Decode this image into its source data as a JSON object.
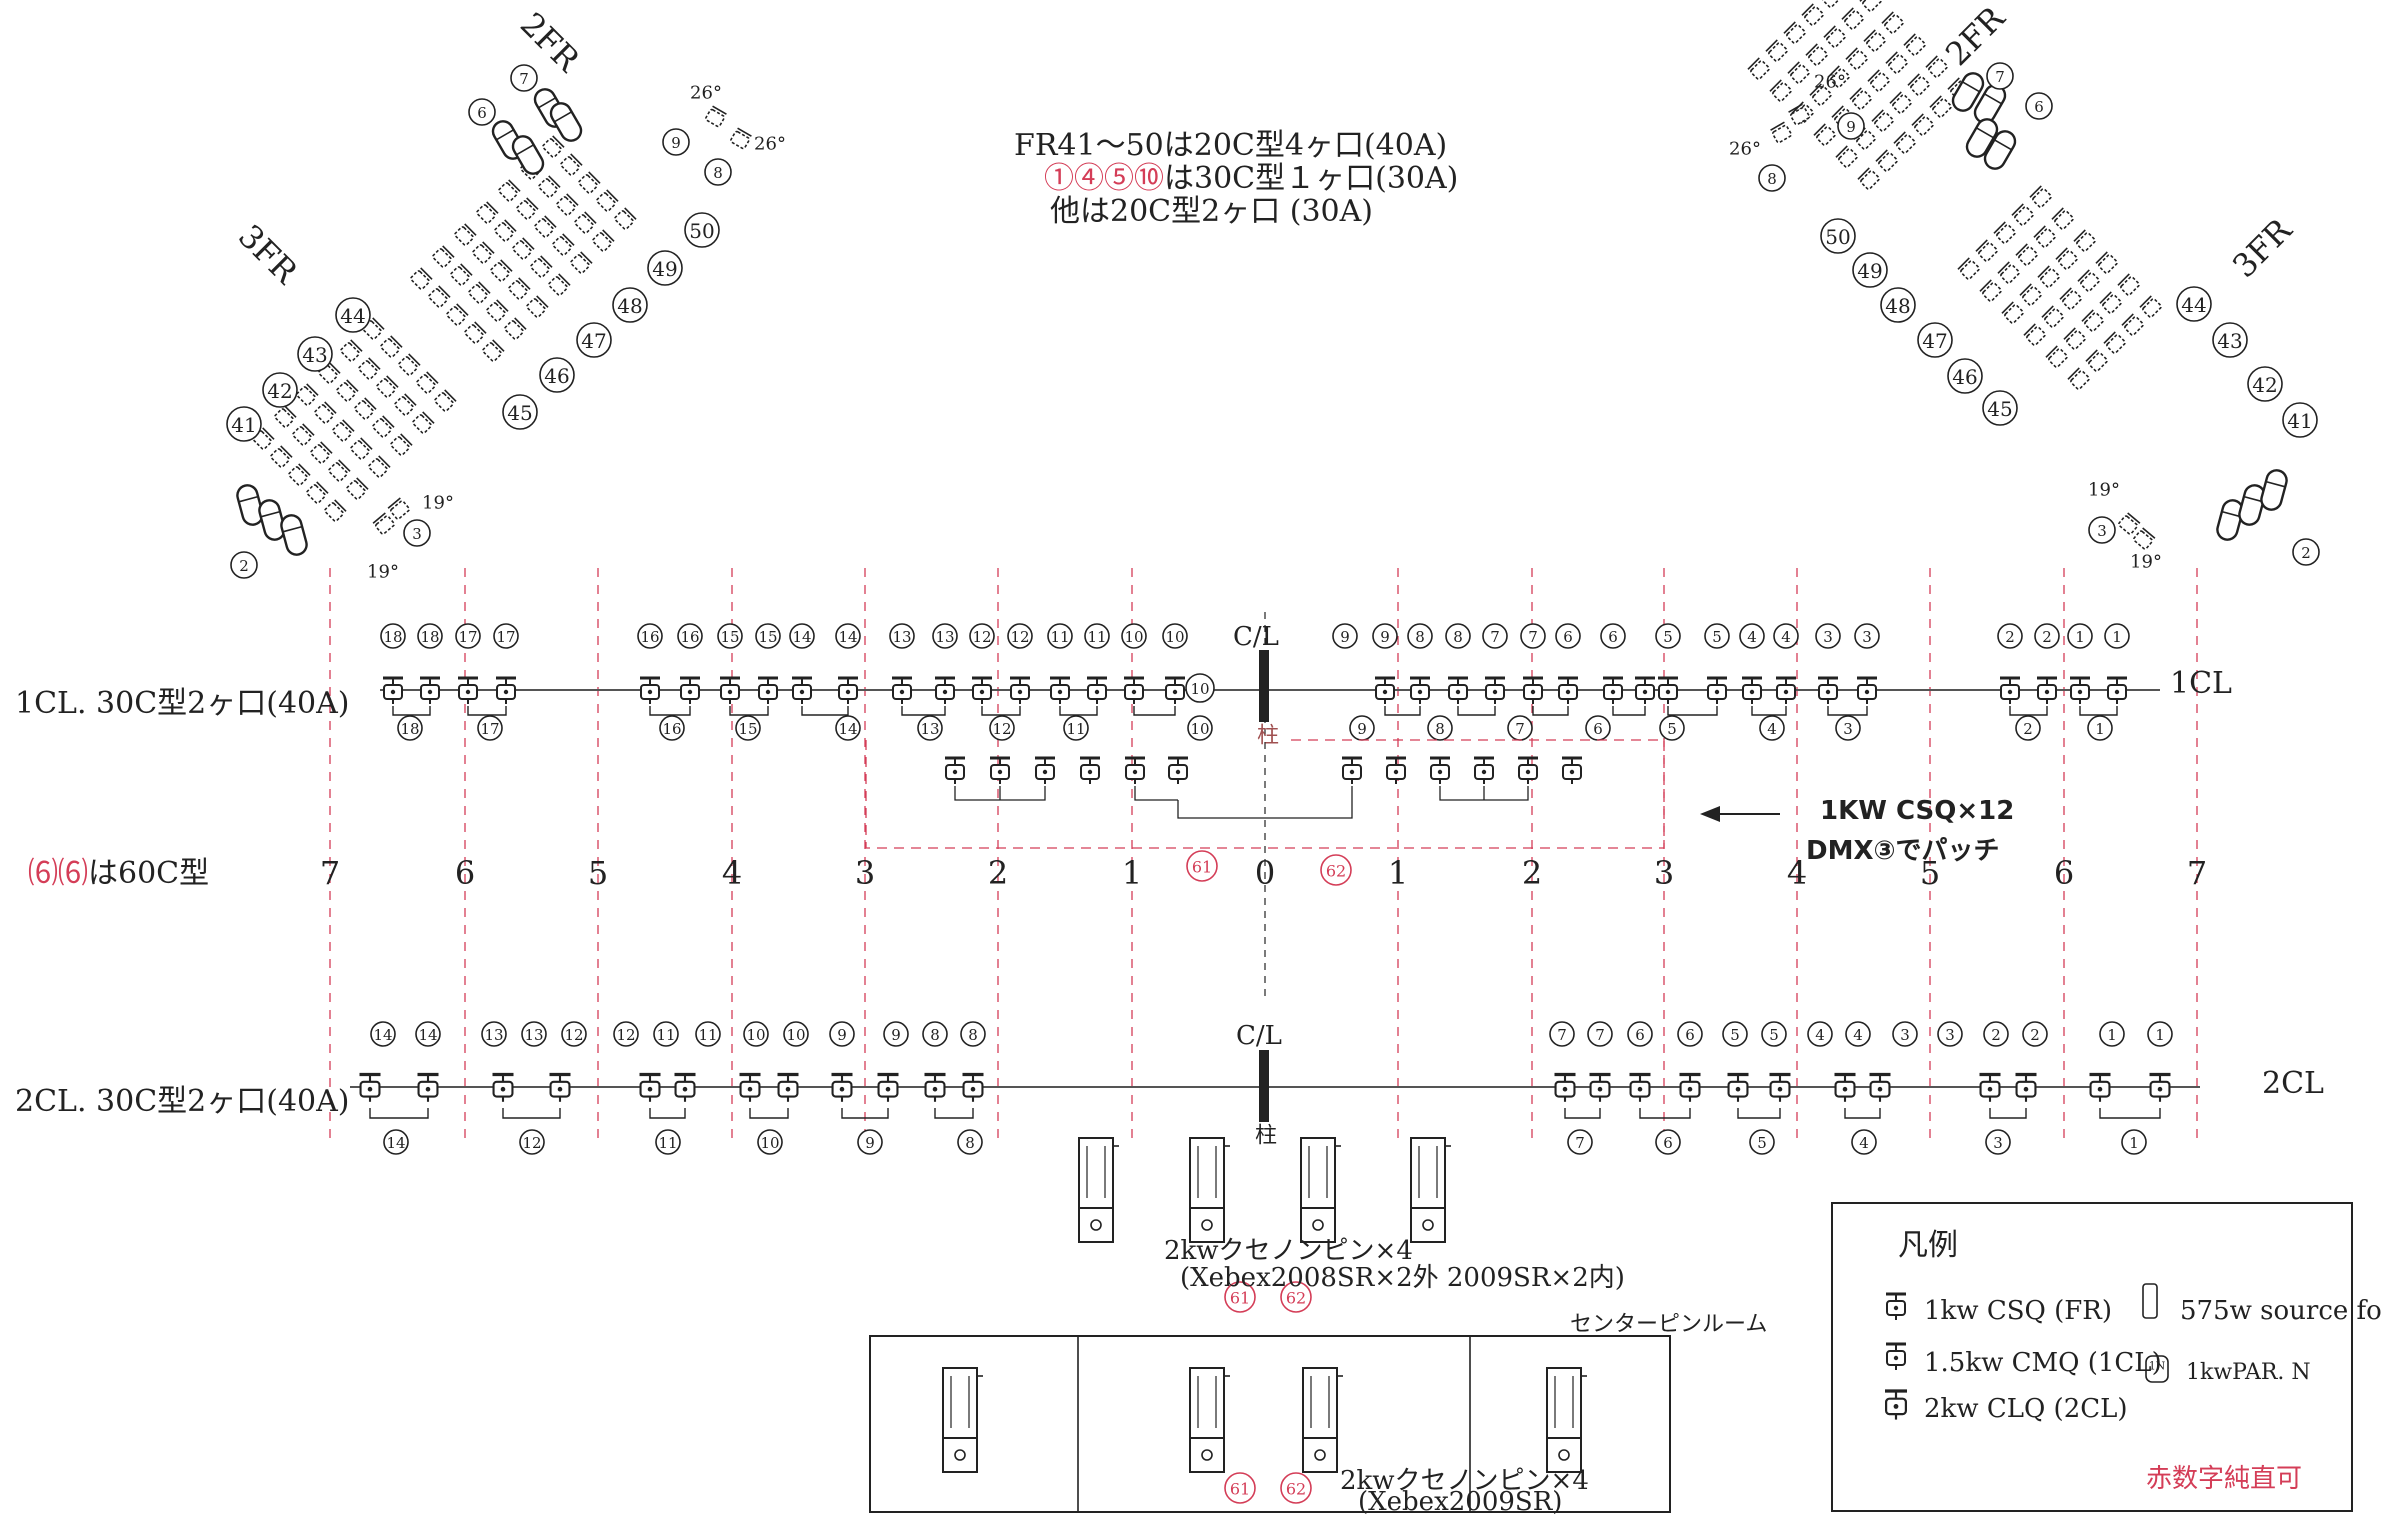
{
  "notes": {
    "fr_line1": "FR41～50は20C型4ヶ口(40A)",
    "fr_line2_red_circles": [
      "①",
      "④",
      "⑤",
      "⑩"
    ],
    "fr_line2": "は30C型１ヶ口(30A)",
    "fr_line3": "他は20C型2ヶ口 (30A)",
    "c6162_red": "⑹⑹",
    "c6162_text": "は60C型",
    "cl1_label": "1CL. 30C型2ヶ口(40A)",
    "cl2_label": "2CL. 30C型2ヶ口(40A)",
    "csq_note1": "1KW  CSQ×12",
    "csq_note2": "DMX③でパッチ",
    "xenon1_line1": "2kwクセノンピン×4",
    "xenon1_line2": "(Xebex2008SR×2外 2009SR×2内)",
    "xenon2_line1": "2kwクセノンピン×4",
    "xenon2_line2": "(Xebex2009SR)",
    "center_room": "センターピンルーム"
  },
  "side_labels": {
    "cl1_right": "1CL",
    "cl2_right": "2CL"
  },
  "column_numbers": [
    "7",
    "6",
    "5",
    "4",
    "3",
    "2",
    "1",
    "0",
    "1",
    "2",
    "3",
    "4",
    "5",
    "6",
    "7"
  ],
  "centerline": {
    "cl_top": "C/L",
    "pillar_top": "柱",
    "cl_bottom": "C/L",
    "pillar_bottom": "柱"
  },
  "red_markers": {
    "m61": "61",
    "m62": "62"
  },
  "fr_labels": {
    "left_2fr": "2FR",
    "left_3fr": "3FR",
    "right_2fr": "2FR",
    "right_3fr": "3FR"
  },
  "fr_angles": {
    "a26": "26°",
    "a19": "19°"
  },
  "left_fr_circles": [
    "41",
    "42",
    "43",
    "44",
    "45",
    "46",
    "47",
    "48",
    "49",
    "50"
  ],
  "right_fr_circles": [
    "41",
    "42",
    "43",
    "44",
    "45",
    "46",
    "47",
    "48",
    "49",
    "50"
  ],
  "misc_circles": {
    "c2": "2",
    "c3": "3",
    "c6": "6",
    "c7": "7",
    "c8": "8",
    "c9": "9"
  },
  "cl1_top_circles": [
    "18",
    "18",
    "17",
    "17",
    "16",
    "16",
    "15",
    "15",
    "14",
    "14",
    "13",
    "13",
    "12",
    "12",
    "11",
    "11",
    "10",
    "10",
    "9",
    "9",
    "8",
    "8",
    "7",
    "7",
    "6",
    "6",
    "5",
    "5",
    "4",
    "4",
    "3",
    "3",
    "2",
    "2",
    "1",
    "1"
  ],
  "cl1_bottom_circles": [
    "18",
    "17",
    "16",
    "15",
    "14",
    "13",
    "12",
    "11",
    "10",
    "9",
    "8",
    "7",
    "6",
    "5",
    "4",
    "3",
    "2",
    "1"
  ],
  "cl2_top_circles": [
    "14",
    "14",
    "13",
    "13",
    "12",
    "12",
    "11",
    "11",
    "10",
    "10",
    "9",
    "9",
    "8",
    "8",
    "7",
    "7",
    "6",
    "6",
    "5",
    "5",
    "4",
    "4",
    "3",
    "3",
    "2",
    "2",
    "1",
    "1"
  ],
  "cl2_bottom_circles": [
    "14",
    "12",
    "11",
    "10",
    "9",
    "8",
    "7",
    "6",
    "5",
    "4",
    "3",
    "1"
  ],
  "legend": {
    "title": "凡例",
    "item1": "1kw CSQ (FR)",
    "item2": "1.5kw CMQ (1CL)",
    "item3": "2kw CLQ (2CL)",
    "item4": "575w source fo",
    "item5": "1kwPAR. N",
    "item5_icon": "1N",
    "note_red": "赤数字純直可"
  },
  "colors": {
    "red": "#d43d57",
    "ink": "#222222",
    "grey": "#555555"
  }
}
